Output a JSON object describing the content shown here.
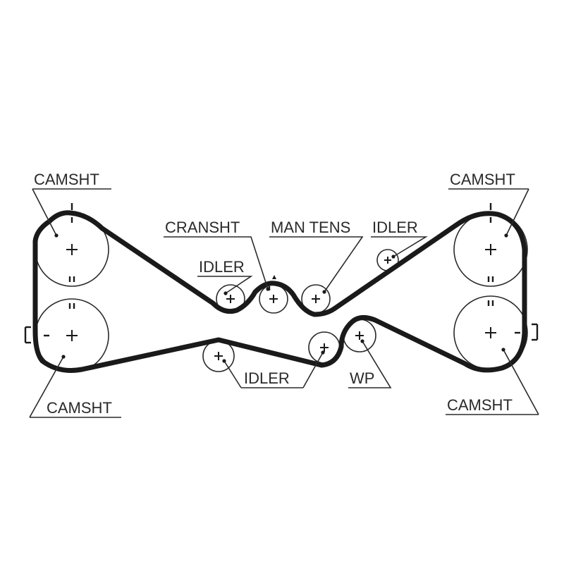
{
  "labels": {
    "camsht_top_left": "CAMSHT",
    "camsht_top_right": "CAMSHT",
    "camsht_bottom_left": "CAMSHT",
    "camsht_bottom_right": "CAMSHT",
    "cranksht": "CRANSHT",
    "man_tens": "MAN TENS",
    "idler_top_left": "IDLER",
    "idler_top_right": "IDLER",
    "idler_bottom": "IDLER",
    "wp": "WP"
  }
}
